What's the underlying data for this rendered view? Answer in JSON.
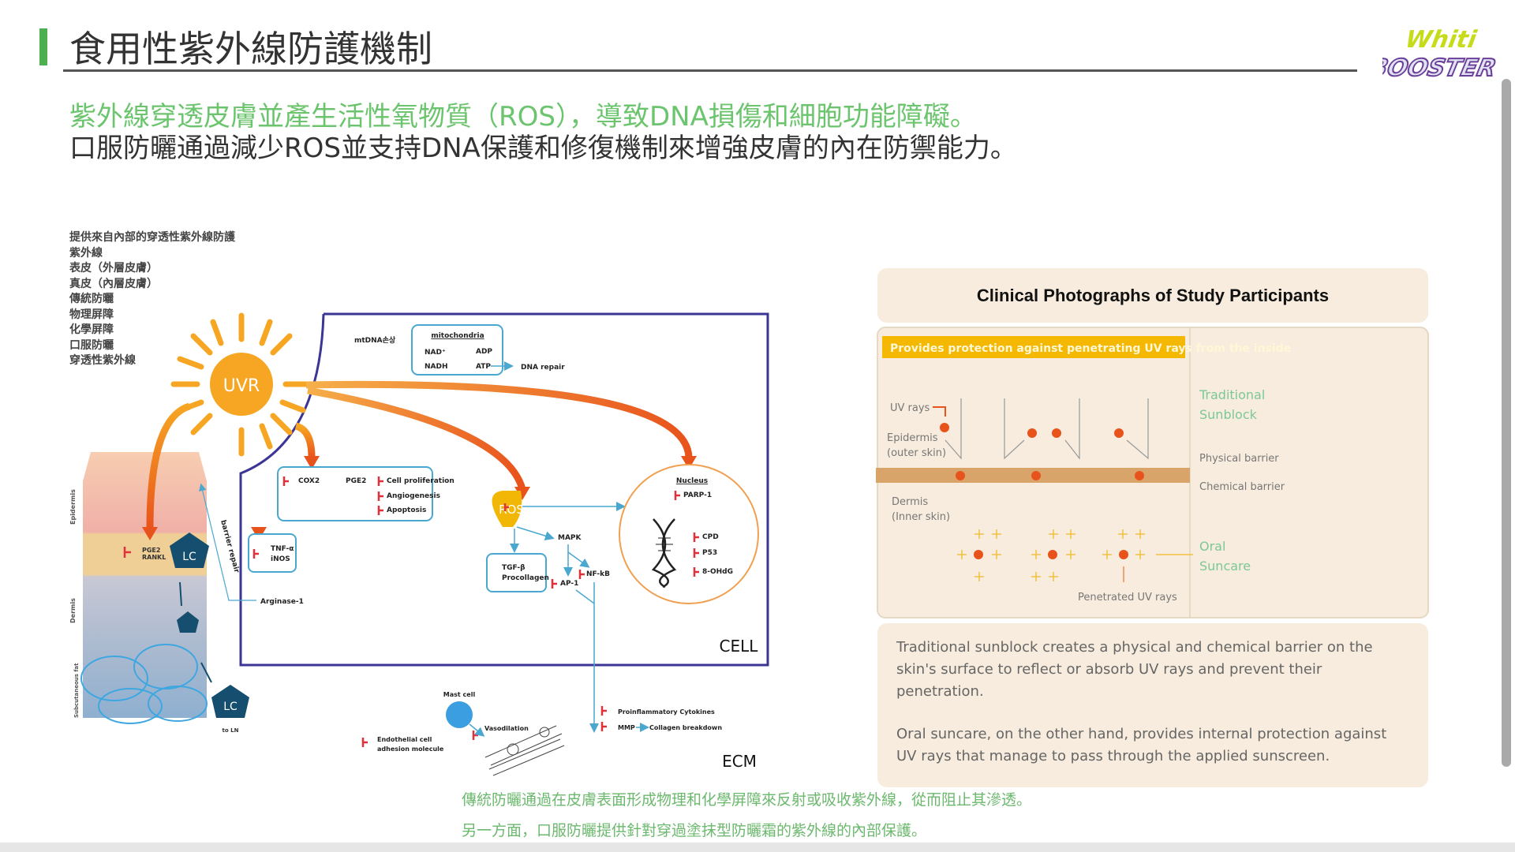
{
  "header": {
    "title": "食用性紫外線防護機制",
    "logo_text": "Whiti BOOSTER"
  },
  "intro": {
    "line1": "紫外線穿透皮膚並產生活性氧物質（ROS），導致DNA損傷和細胞功能障礙。",
    "line2": "口服防曬通過減少ROS並支持DNA保護和修復機制來增強皮膚的內在防禦能力。"
  },
  "legend": [
    "提供來自內部的穿透性紫外線防護",
    "紫外線",
    "表皮（外層皮膚）",
    "真皮（內層皮膚）",
    "傳統防曬",
    "物理屏障",
    "化學屏障",
    "口服防曬",
    "穿透性紫外線"
  ],
  "diagram": {
    "uvr": "UVR",
    "mtdna": "mtDNA손상",
    "mito_title": "mitochondria",
    "nad": "NAD⁺",
    "nadh": "NADH",
    "adp": "ADP",
    "atp": "ATP",
    "dna_repair": "DNA repair",
    "cox2": "COX2",
    "pge2": "PGE2",
    "cell_prolif": "Cell proliferation",
    "angio": "Angiogenesis",
    "apoptosis": "Apoptosis",
    "ros": "ROS",
    "mapk": "MAPK",
    "nfkb": "NF-kB",
    "ap1": "AP-1",
    "tgf": "TGF-β",
    "procollagen": "Procollagen",
    "nucleus": "Nucleus",
    "parp": "PARP-1",
    "cpd": "CPD",
    "p53": "P53",
    "ohdg": "8-OHdG",
    "tnf": "TNF-α",
    "inos": "iNOS",
    "arginase": "Arginase-1",
    "barrier_repair": "barrier repair",
    "pge2_rankl_1": "PGE2",
    "pge2_rankl_2": "RANKL",
    "lc": "LC",
    "to_ln": "to LN",
    "epidermis": "Epidermis",
    "dermis": "Dermis",
    "subq": "Subcutaneous fat",
    "mast_cell": "Mast cell",
    "vasodilation": "Vasodilation",
    "endo1": "Endothelial cell",
    "endo2": "adhesion molecule",
    "proinflam": "Proinflammatory Cytokines",
    "mmp": "MMP",
    "collagen": "Collagen breakdown",
    "cell": "CELL",
    "ecm": "ECM"
  },
  "panel": {
    "title": "Clinical Photographs of Study Participants",
    "banner": "Provides protection against penetrating UV rays from the inside",
    "uv_rays": "UV rays",
    "epidermis": "Epidermis",
    "epidermis_sub": "(outer skin)",
    "dermis": "Dermis",
    "dermis_sub": "(Inner skin)",
    "traditional1": "Traditional",
    "traditional2": "Sunblock",
    "physical": "Physical barrier",
    "chemical": "Chemical barrier",
    "oral1": "Oral",
    "oral2": "Suncare",
    "penetrated": "Penetrated UV rays",
    "p1": "Traditional sunblock creates a physical and chemical barrier on the skin's surface to reflect or absorb UV rays and prevent their penetration.",
    "p2": "Oral suncare, on the other hand, provides internal protection against UV rays that manage to pass through the applied sunscreen."
  },
  "footer": {
    "line1": "傳統防曬通過在皮膚表面形成物理和化學屏障來反射或吸收紫外線，從而阻止其滲透。",
    "line2": "另一方面，口服防曬提供針對穿過塗抹型防曬霜的紫外線的內部保護。"
  },
  "colors": {
    "accent_green": "#4caf50",
    "intro_green": "#6cc56e",
    "orange": "#f08a1c",
    "cell_border": "#3b3596",
    "teal": "#4aa8d0",
    "banner": "#f5b800",
    "card": "#f7ecdd"
  }
}
